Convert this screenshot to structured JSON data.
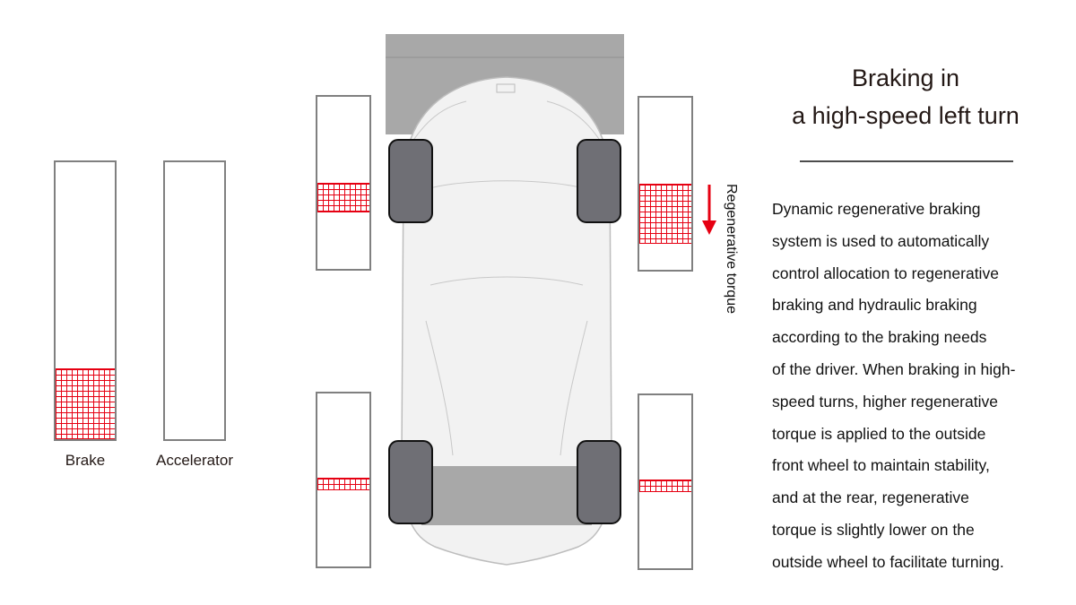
{
  "pedals": {
    "brake": {
      "label": "Brake",
      "level": 0.25
    },
    "accelerator": {
      "label": "Accelerator",
      "level": 0
    }
  },
  "wheels": {
    "front_left": {
      "regen_torque": 0.16
    },
    "front_right": {
      "regen_torque": 0.34
    },
    "rear_left": {
      "regen_torque": 0.06
    },
    "rear_right": {
      "regen_torque": 0.06
    }
  },
  "regen_label": "Regenerative torque",
  "title": {
    "line1": "Braking in",
    "line2": "a high-speed left turn"
  },
  "description": [
    "Dynamic regenerative braking",
    "system is used to automatically",
    "control allocation to regenerative",
    "braking and hydraulic braking",
    "according to the braking needs",
    "of the driver. When braking in high-",
    "speed turns, higher regenerative",
    "torque is applied to the outside",
    "front wheel to maintain stability,",
    "and at the rear, regenerative",
    "torque is slightly lower on the",
    "outside wheel to facilitate turning."
  ],
  "colors": {
    "regen": "#e60012",
    "tire": "#6f6f75",
    "body": "#f2f2f2",
    "wing": "#a8a8a8"
  }
}
